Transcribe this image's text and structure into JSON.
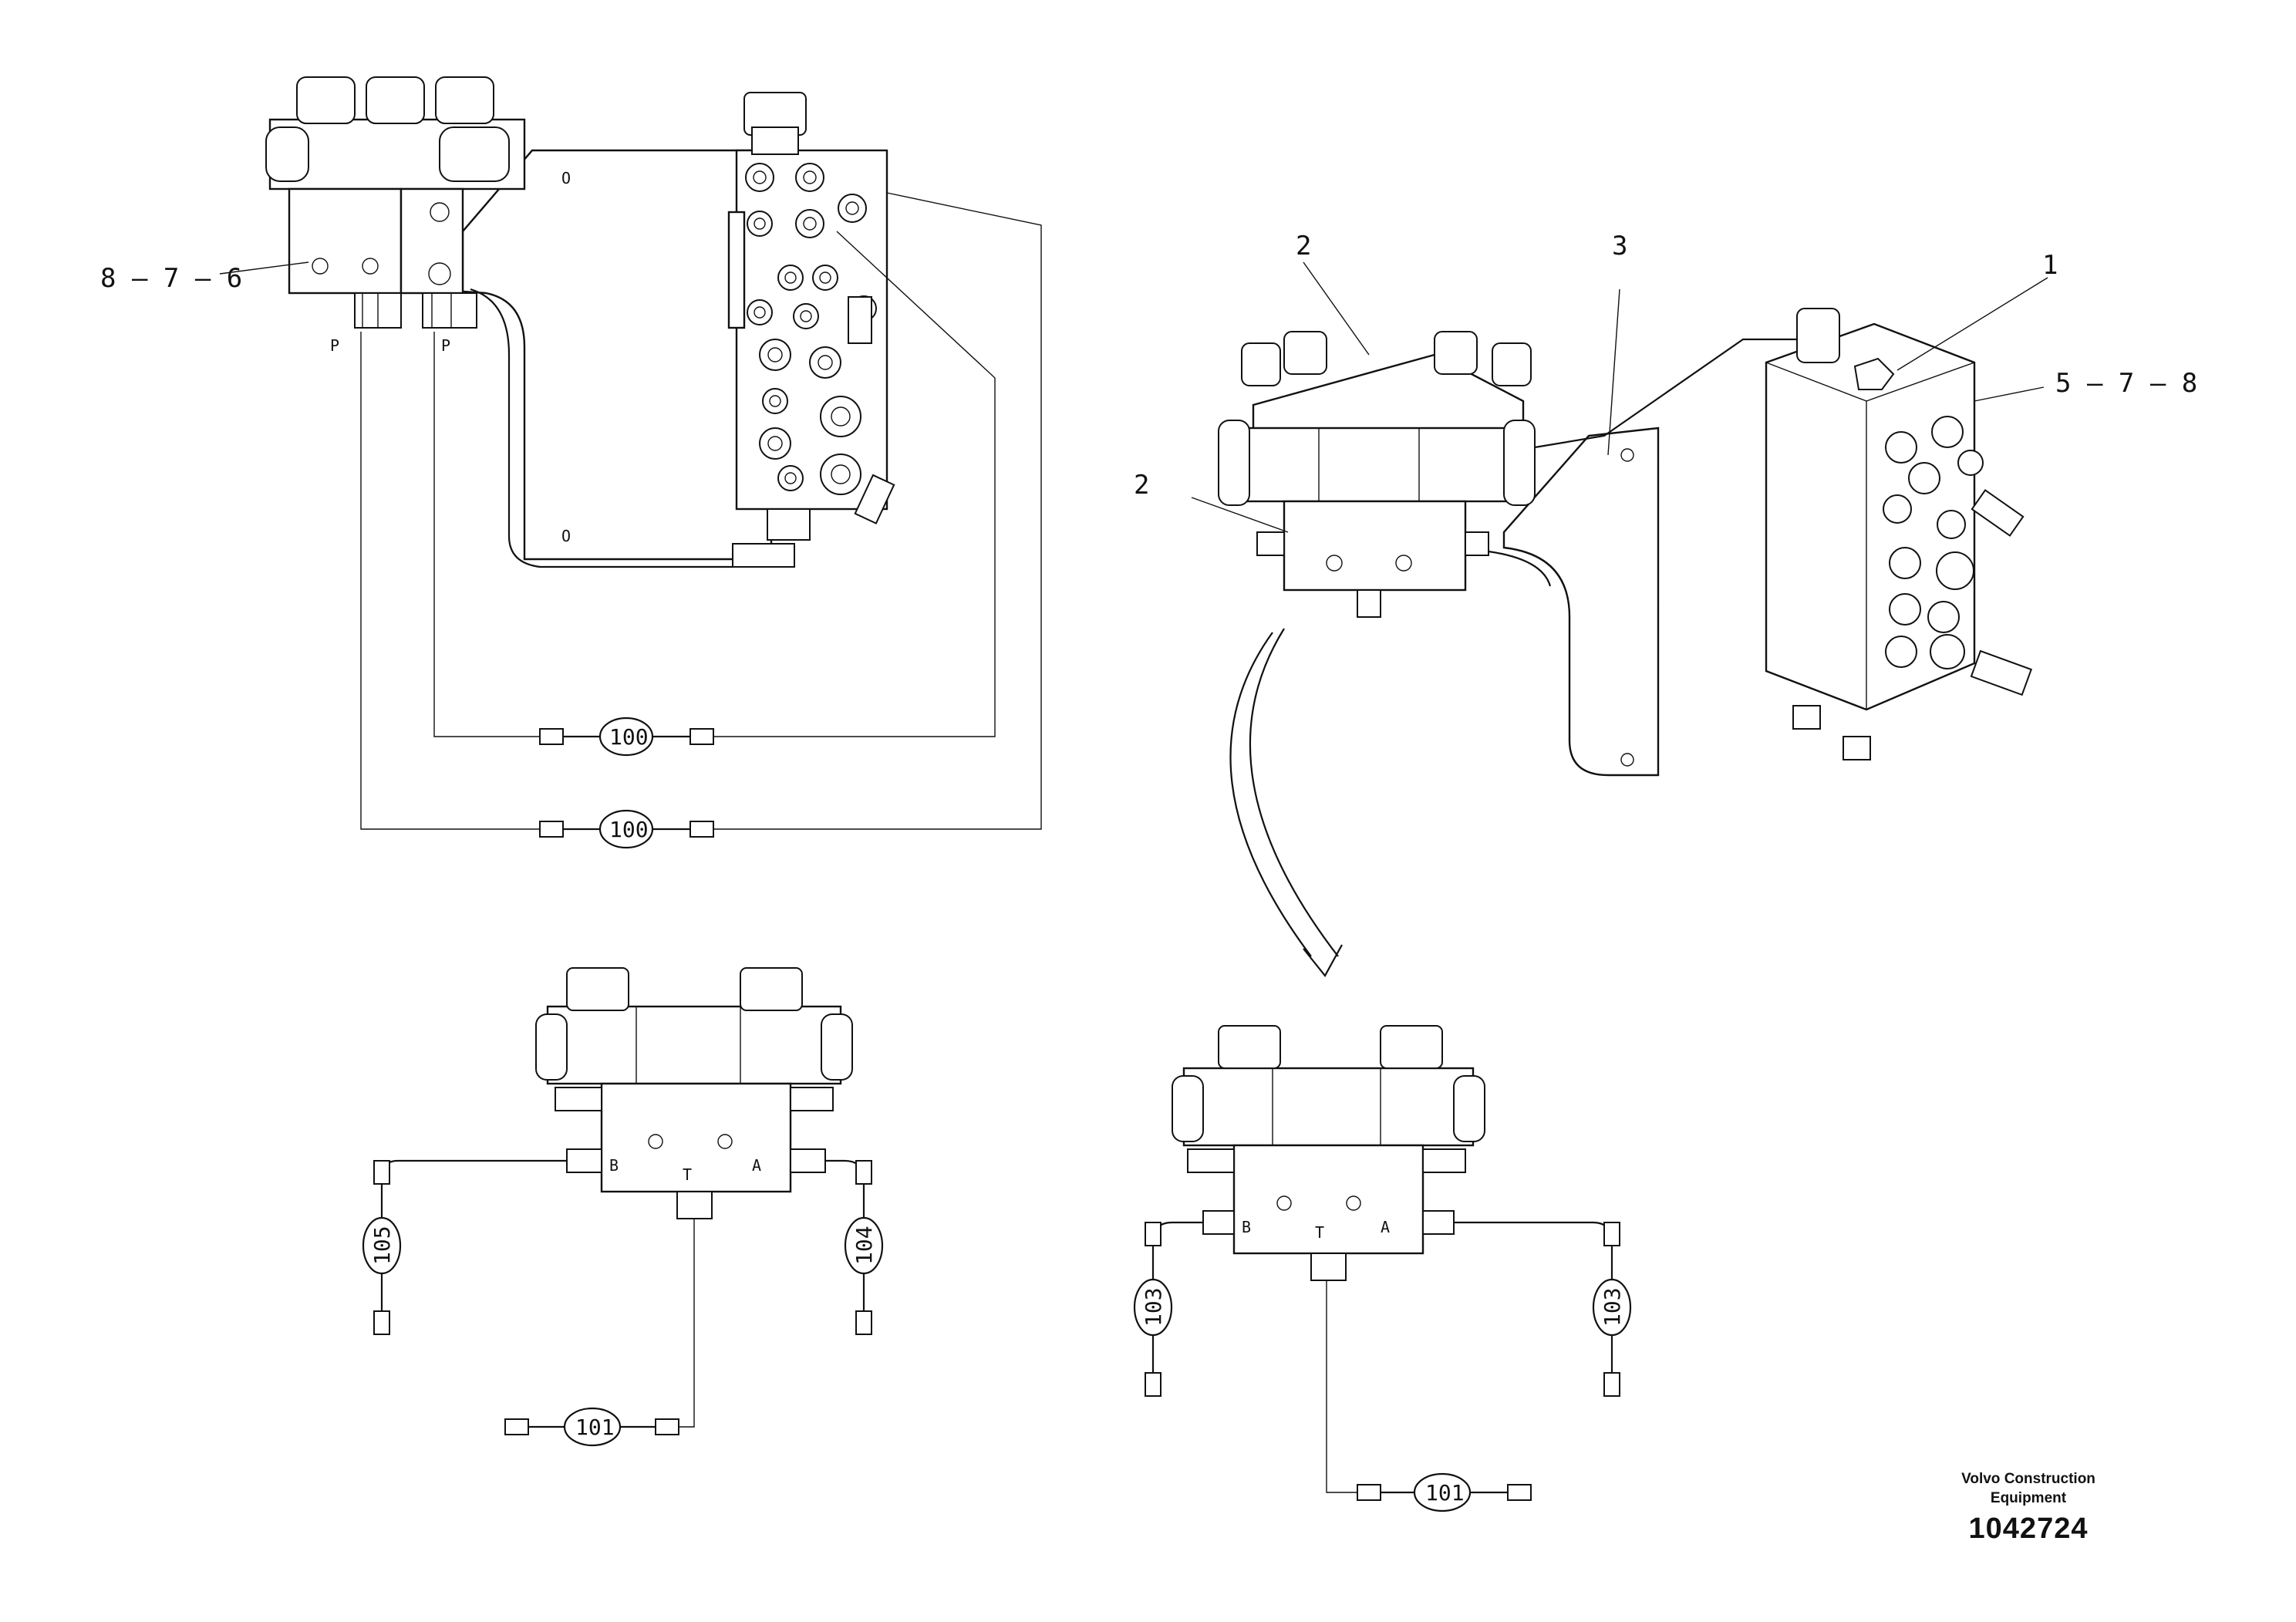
{
  "callouts": {
    "c_876": "8 — 7 — 6",
    "c_578": "5 — 7 — 8",
    "c_1": "1",
    "c_2a": "2",
    "c_2b": "2",
    "c_3": "3"
  },
  "ports": {
    "p_left": "P",
    "p_right": "P",
    "plate_o_top": "O",
    "plate_o_bottom": "O",
    "valve1_b": "B",
    "valve1_t": "T",
    "valve1_a": "A",
    "valve2_b": "B",
    "valve2_t": "T",
    "valve2_a": "A"
  },
  "hoses": {
    "h100_upper": "100",
    "h100_lower": "100",
    "h105": "105",
    "h104": "104",
    "h101_left": "101",
    "h103_left": "103",
    "h103_right": "103",
    "h101_right": "101"
  },
  "brand": {
    "line1": "Volvo Construction",
    "line2": "Equipment",
    "number": "1042724"
  }
}
